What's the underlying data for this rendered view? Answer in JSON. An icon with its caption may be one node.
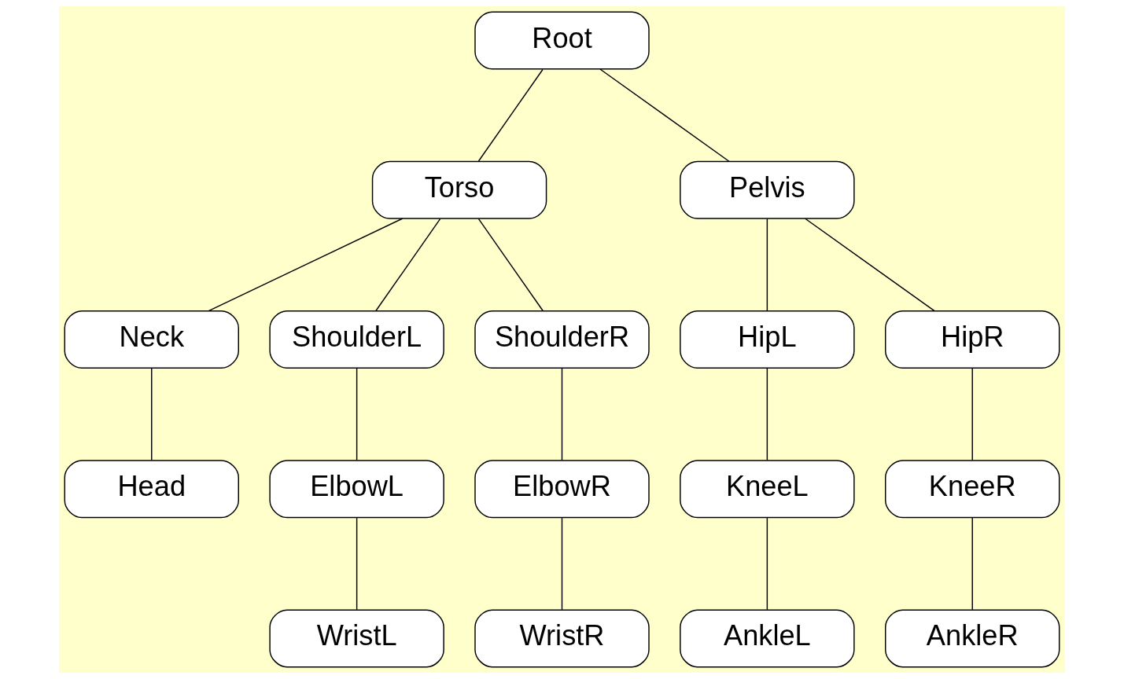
{
  "diagram": {
    "nodes": [
      {
        "text": [
          "Root"
        ]
      },
      {
        "text": [
          "Torso"
        ]
      },
      {
        "text": [
          "Pelvis"
        ]
      },
      {
        "text": [
          "Neck"
        ]
      },
      {
        "text": [
          "ShoulderL"
        ]
      },
      {
        "text": [
          "ShoulderR"
        ]
      },
      {
        "text": [
          "HipL"
        ]
      },
      {
        "text": [
          "HipR"
        ]
      },
      {
        "text": [
          "Head"
        ]
      },
      {
        "text": [
          "ElbowL"
        ]
      },
      {
        "text": [
          "ElbowR"
        ]
      },
      {
        "text": [
          "KneeL"
        ]
      },
      {
        "text": [
          "KneeR"
        ]
      },
      {
        "text": [
          "WristL"
        ]
      },
      {
        "text": [
          "WristR"
        ]
      },
      {
        "text": [
          "AnkleL"
        ]
      },
      {
        "text": [
          "AnkleR"
        ]
      }
    ],
    "edges": [
      {
        "from": 0,
        "to": 1,
        "arrow": "none"
      },
      {
        "from": 0,
        "to": 2,
        "arrow": "none"
      },
      {
        "from": 1,
        "to": 3,
        "arrow": "none"
      },
      {
        "from": 1,
        "to": 4,
        "arrow": "none"
      },
      {
        "from": 1,
        "to": 5,
        "arrow": "none"
      },
      {
        "from": 2,
        "to": 6,
        "arrow": "none"
      },
      {
        "from": 2,
        "to": 7,
        "arrow": "none"
      },
      {
        "from": 3,
        "to": 8,
        "arrow": "none"
      },
      {
        "from": 4,
        "to": 9,
        "arrow": "none"
      },
      {
        "from": 5,
        "to": 10,
        "arrow": "none"
      },
      {
        "from": 6,
        "to": 11,
        "arrow": "none"
      },
      {
        "from": 7,
        "to": 12,
        "arrow": "none"
      },
      {
        "from": 9,
        "to": 13,
        "arrow": "none"
      },
      {
        "from": 10,
        "to": 14,
        "arrow": "none"
      },
      {
        "from": 11,
        "to": 15,
        "arrow": "none"
      },
      {
        "from": 12,
        "to": 16,
        "arrow": "none"
      }
    ]
  }
}
